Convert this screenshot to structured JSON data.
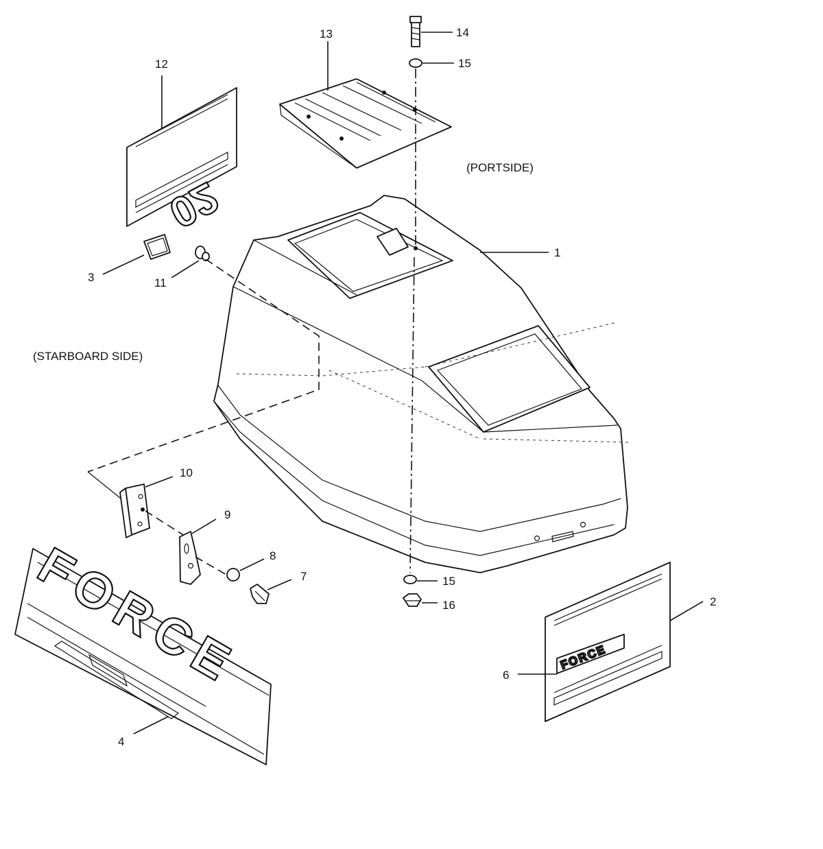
{
  "labels": {
    "portside": "(PORTSIDE)",
    "starboard": "(STARBOARD SIDE)",
    "callouts": [
      "1",
      "2",
      "3",
      "4",
      "6",
      "7",
      "8",
      "9",
      "10",
      "11",
      "12",
      "13",
      "14",
      "15",
      "15",
      "16"
    ]
  },
  "decals": {
    "model_number": "02",
    "brand_large": "FORCE",
    "brand_small": "FORCE"
  }
}
